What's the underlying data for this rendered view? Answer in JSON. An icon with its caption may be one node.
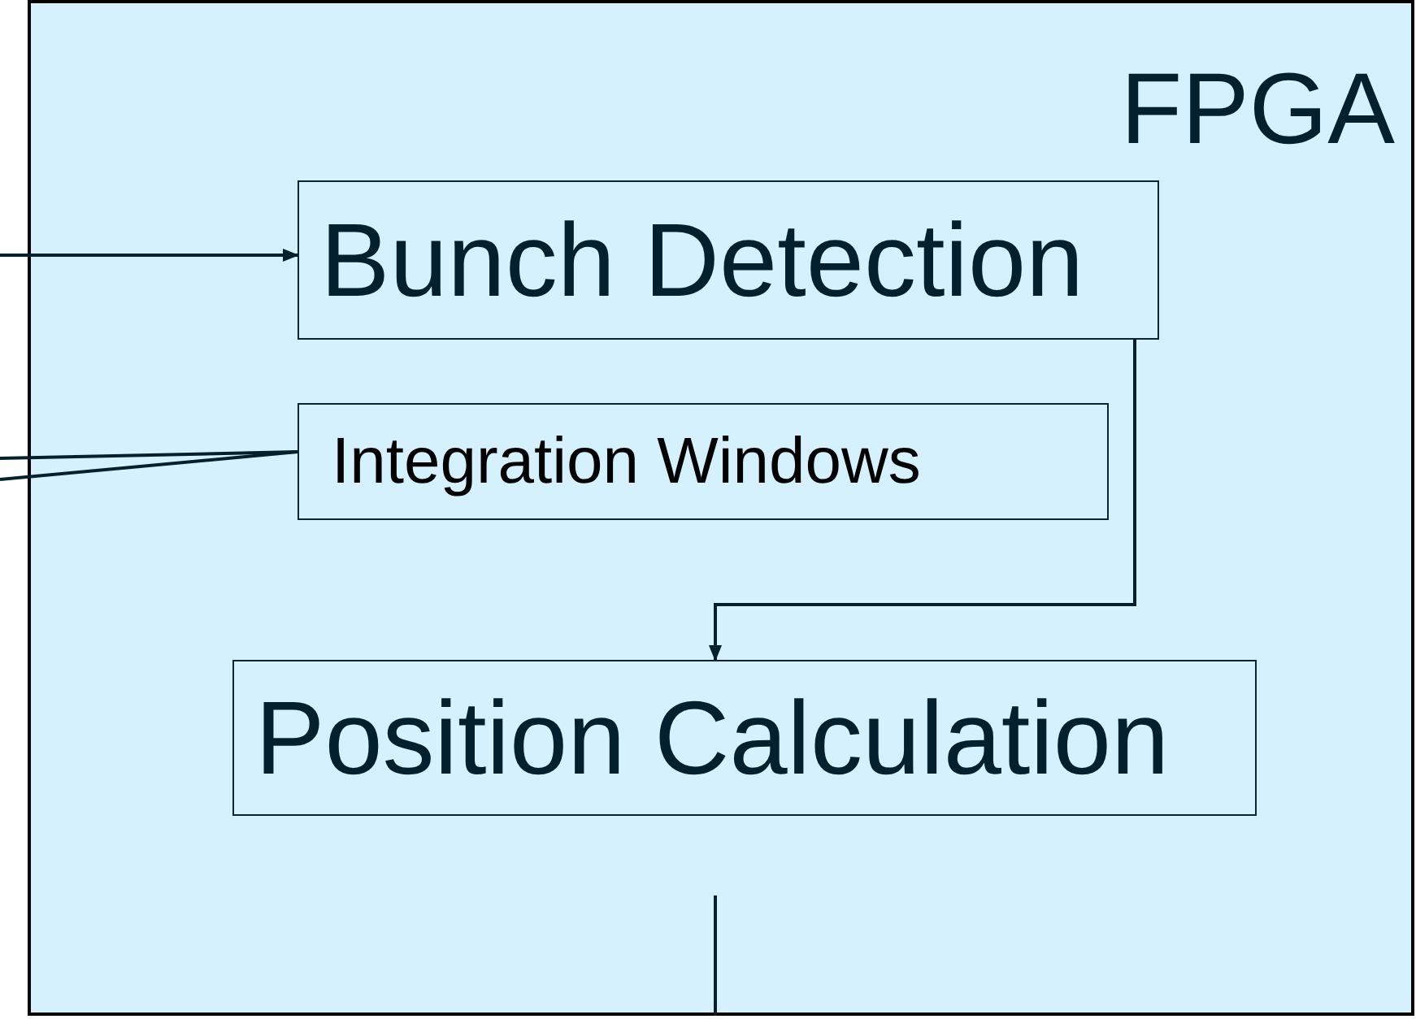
{
  "diagram": {
    "nodes": [
      {
        "text": [
          "FPGA"
        ]
      },
      {
        "text": [
          "Bunch Detection"
        ],
        "in": 0
      },
      {
        "text": [
          "Integration Windows"
        ],
        "in": 0
      },
      {
        "text": [
          "Position Calculation"
        ],
        "in": 0
      }
    ],
    "edges": [
      {
        "from": null,
        "to": 1,
        "arrow": "to"
      },
      {
        "from": null,
        "to": 2,
        "arrow": "none"
      },
      {
        "from": null,
        "to": 2,
        "arrow": "none"
      },
      {
        "from": 1,
        "to": 3,
        "arrow": "to"
      },
      {
        "from": 0,
        "to": null,
        "arrow": "none"
      }
    ]
  }
}
